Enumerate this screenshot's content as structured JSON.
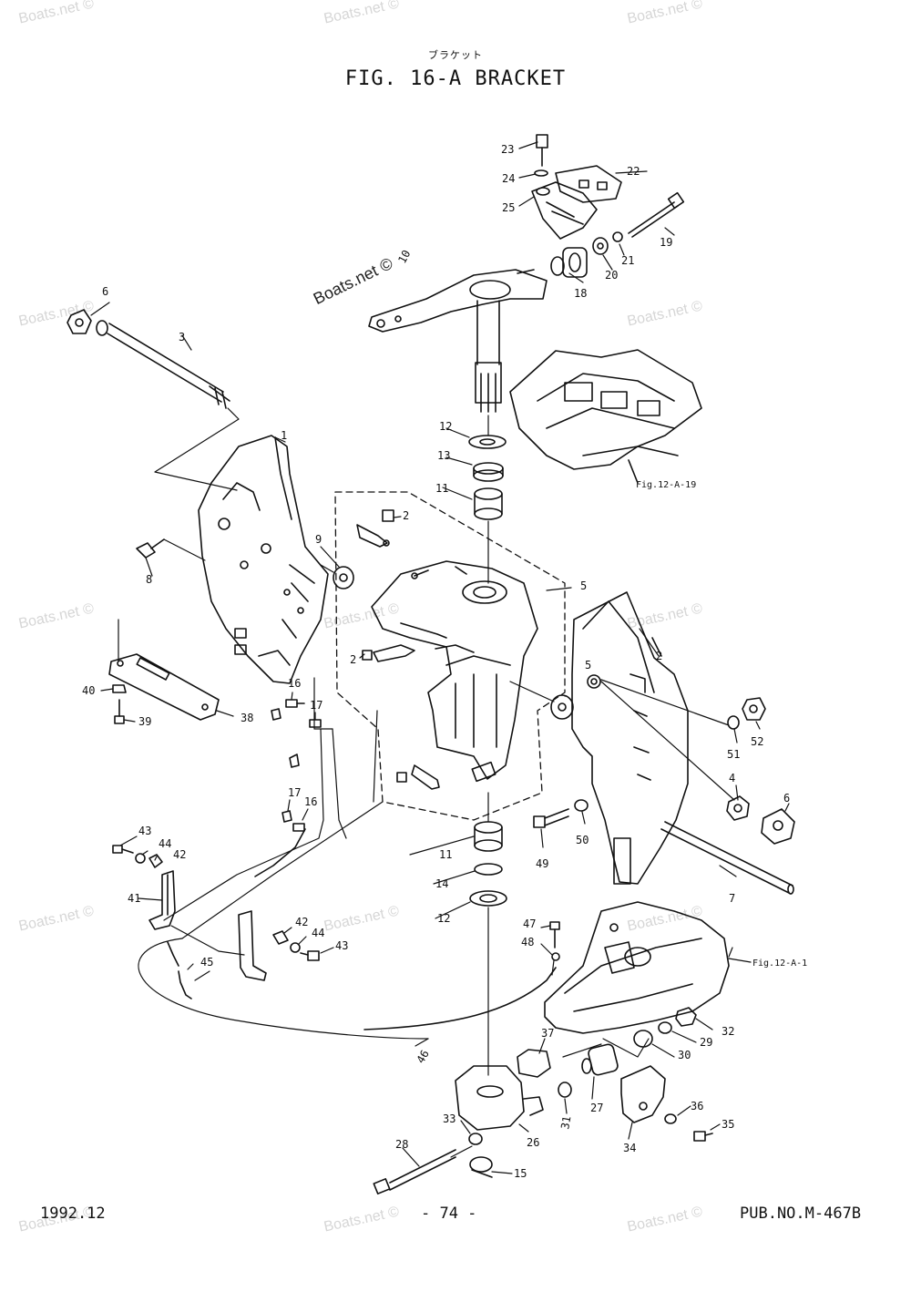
{
  "header": {
    "kana_caption": "ブラケット",
    "title": "FIG. 16-A BRACKET"
  },
  "watermark": "Boats.net ©",
  "footer": {
    "date": "1992.12",
    "page": "- 74 -",
    "publication": "PUB.NO.M-467B"
  },
  "refs": {
    "fig_12_a_19": "Fig.12-A-19",
    "fig_12_a_1": "Fig.12-A-1"
  },
  "callouts": [
    "23",
    "24",
    "25",
    "22",
    "19",
    "21",
    "20",
    "18",
    "10",
    "6",
    "3",
    "12",
    "13",
    "11",
    "2",
    "9",
    "5",
    "1",
    "8",
    "40",
    "39",
    "38",
    "16",
    "17",
    "2",
    "5",
    "2",
    "52",
    "51",
    "4",
    "6",
    "7",
    "50",
    "49",
    "11",
    "14",
    "12",
    "17",
    "16",
    "43",
    "44",
    "42",
    "41",
    "42",
    "44",
    "43",
    "45",
    "47",
    "48",
    "46",
    "32",
    "29",
    "30",
    "37",
    "27",
    "31",
    "36",
    "35",
    "34",
    "26",
    "33",
    "28",
    "15"
  ],
  "style": {
    "ink": "#111111",
    "watermark_color": "#d6d6d6"
  }
}
